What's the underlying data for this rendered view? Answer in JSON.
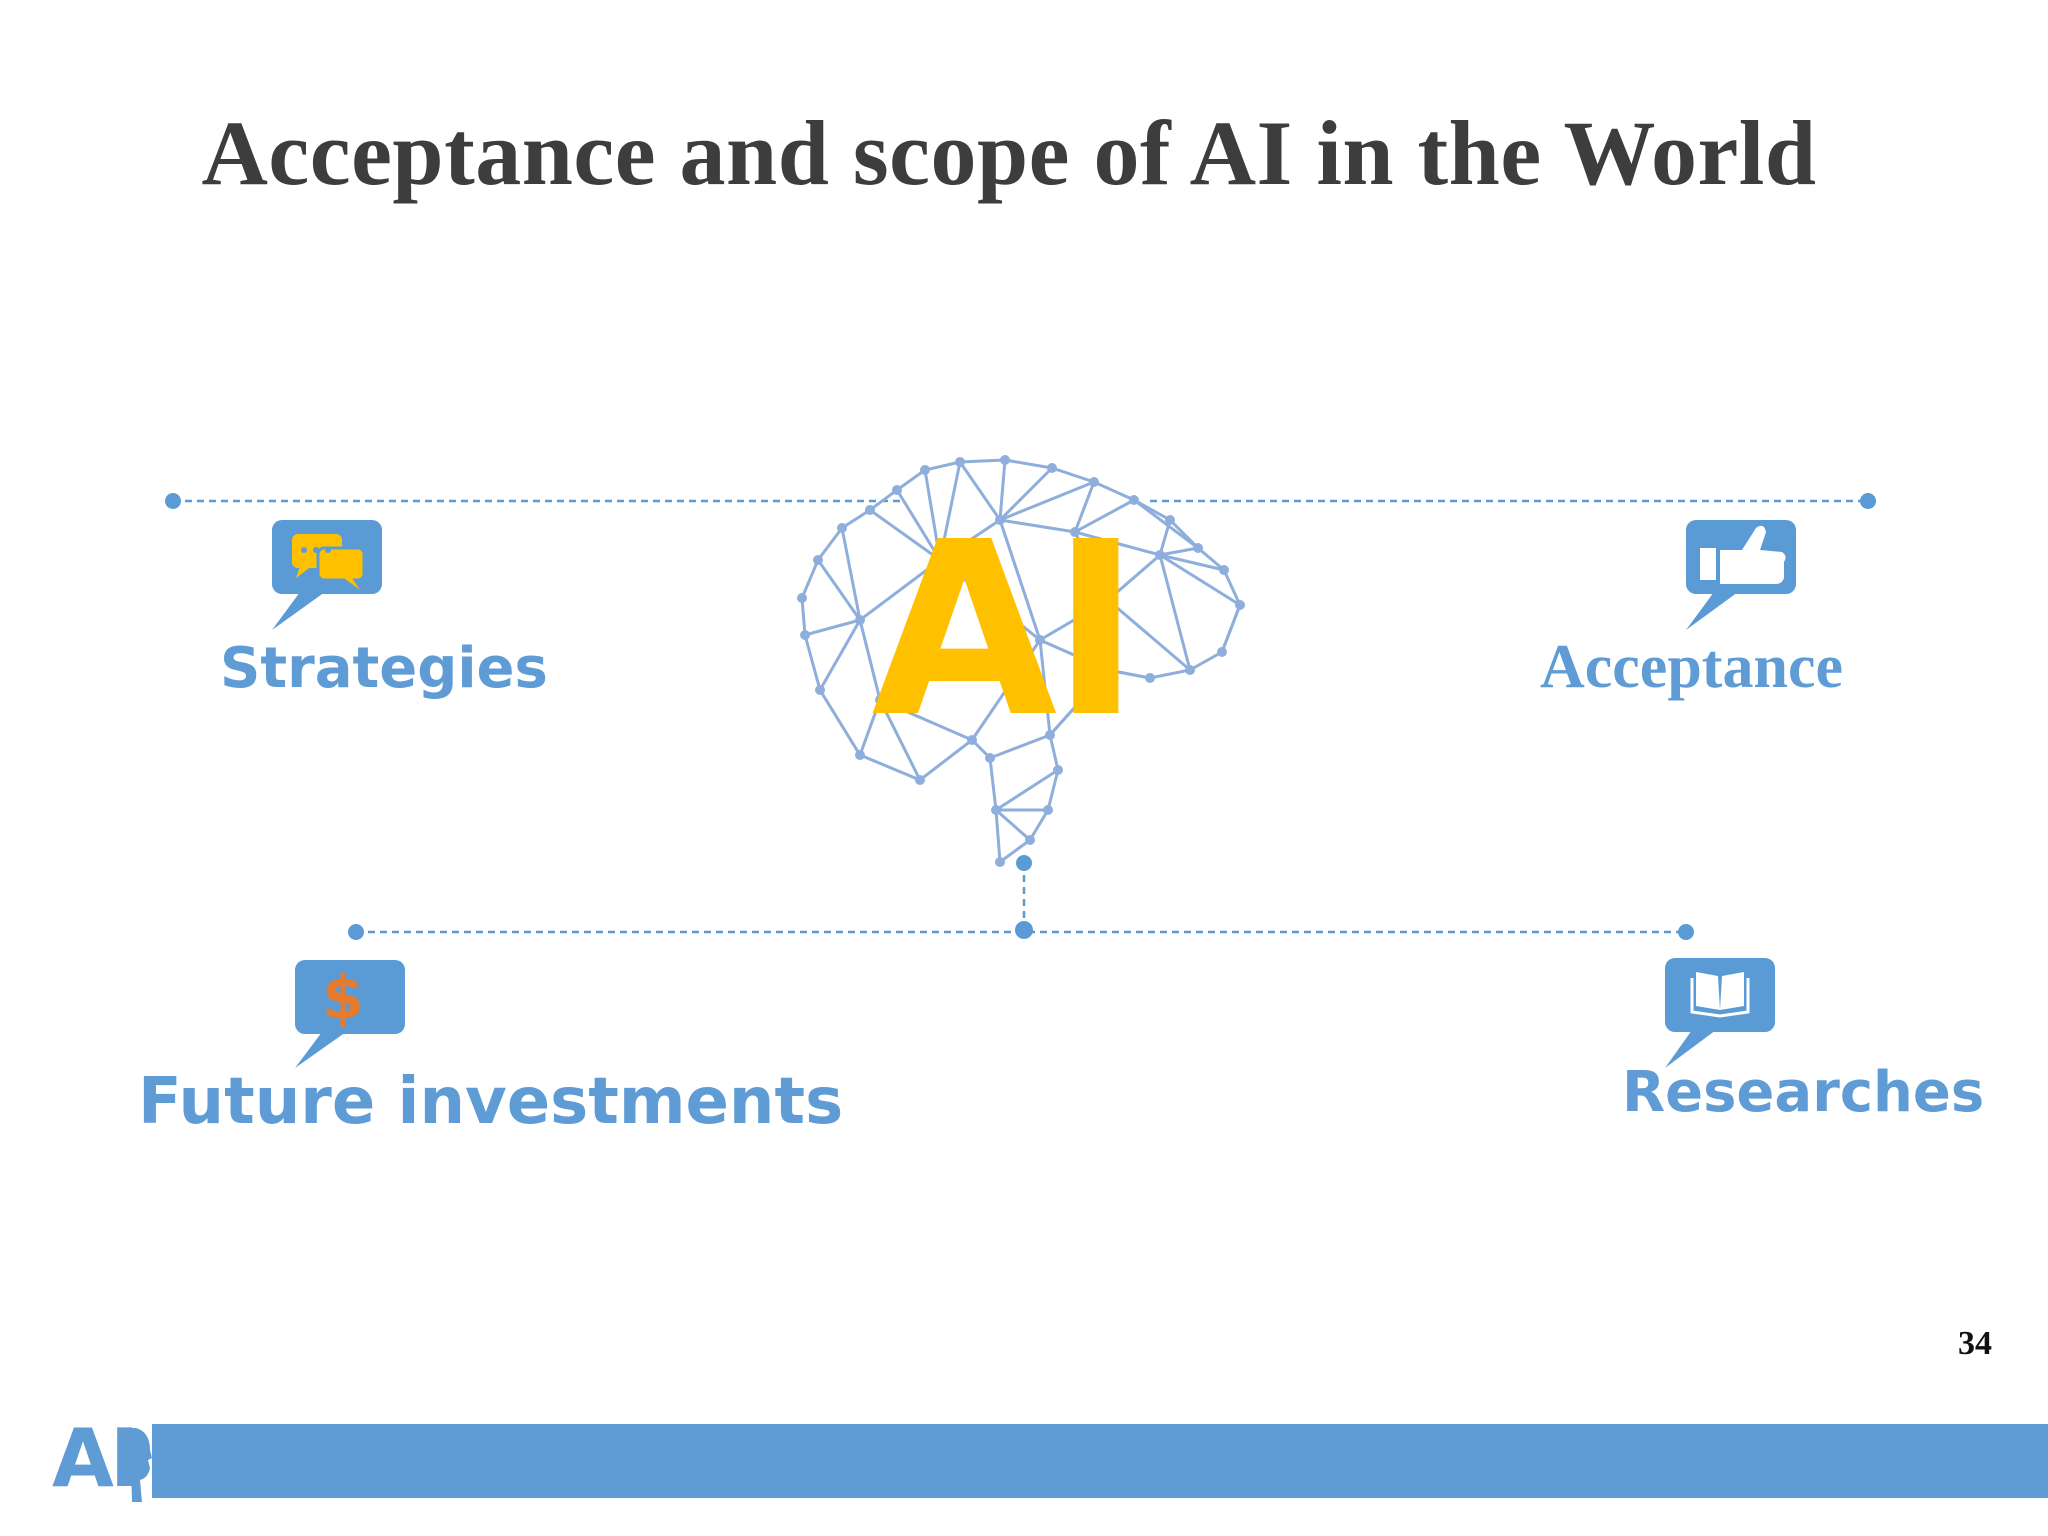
{
  "slide": {
    "title": "Acceptance and scope of AI in the World",
    "page_number": "34"
  },
  "center": {
    "label": "AI",
    "label_color": "#ffc000",
    "icon": "brain-network-icon",
    "line_color": "#8eaedc"
  },
  "items": {
    "strategies": {
      "label": "Strategies",
      "icon": "chat-bubbles-icon"
    },
    "acceptance": {
      "label": "Acceptance",
      "icon": "thumbs-up-icon"
    },
    "future_investments": {
      "label": "Future investments",
      "icon": "dollar-icon"
    },
    "researches": {
      "label": "Researches",
      "icon": "book-icon"
    }
  },
  "footer": {
    "logo_text": "AI",
    "logo_icon": "head-profile-icon"
  },
  "colors": {
    "accent": "#5f9bd4",
    "title": "#3d3d3d",
    "highlight": "#ffc000",
    "dollar": "#e87a2c"
  }
}
